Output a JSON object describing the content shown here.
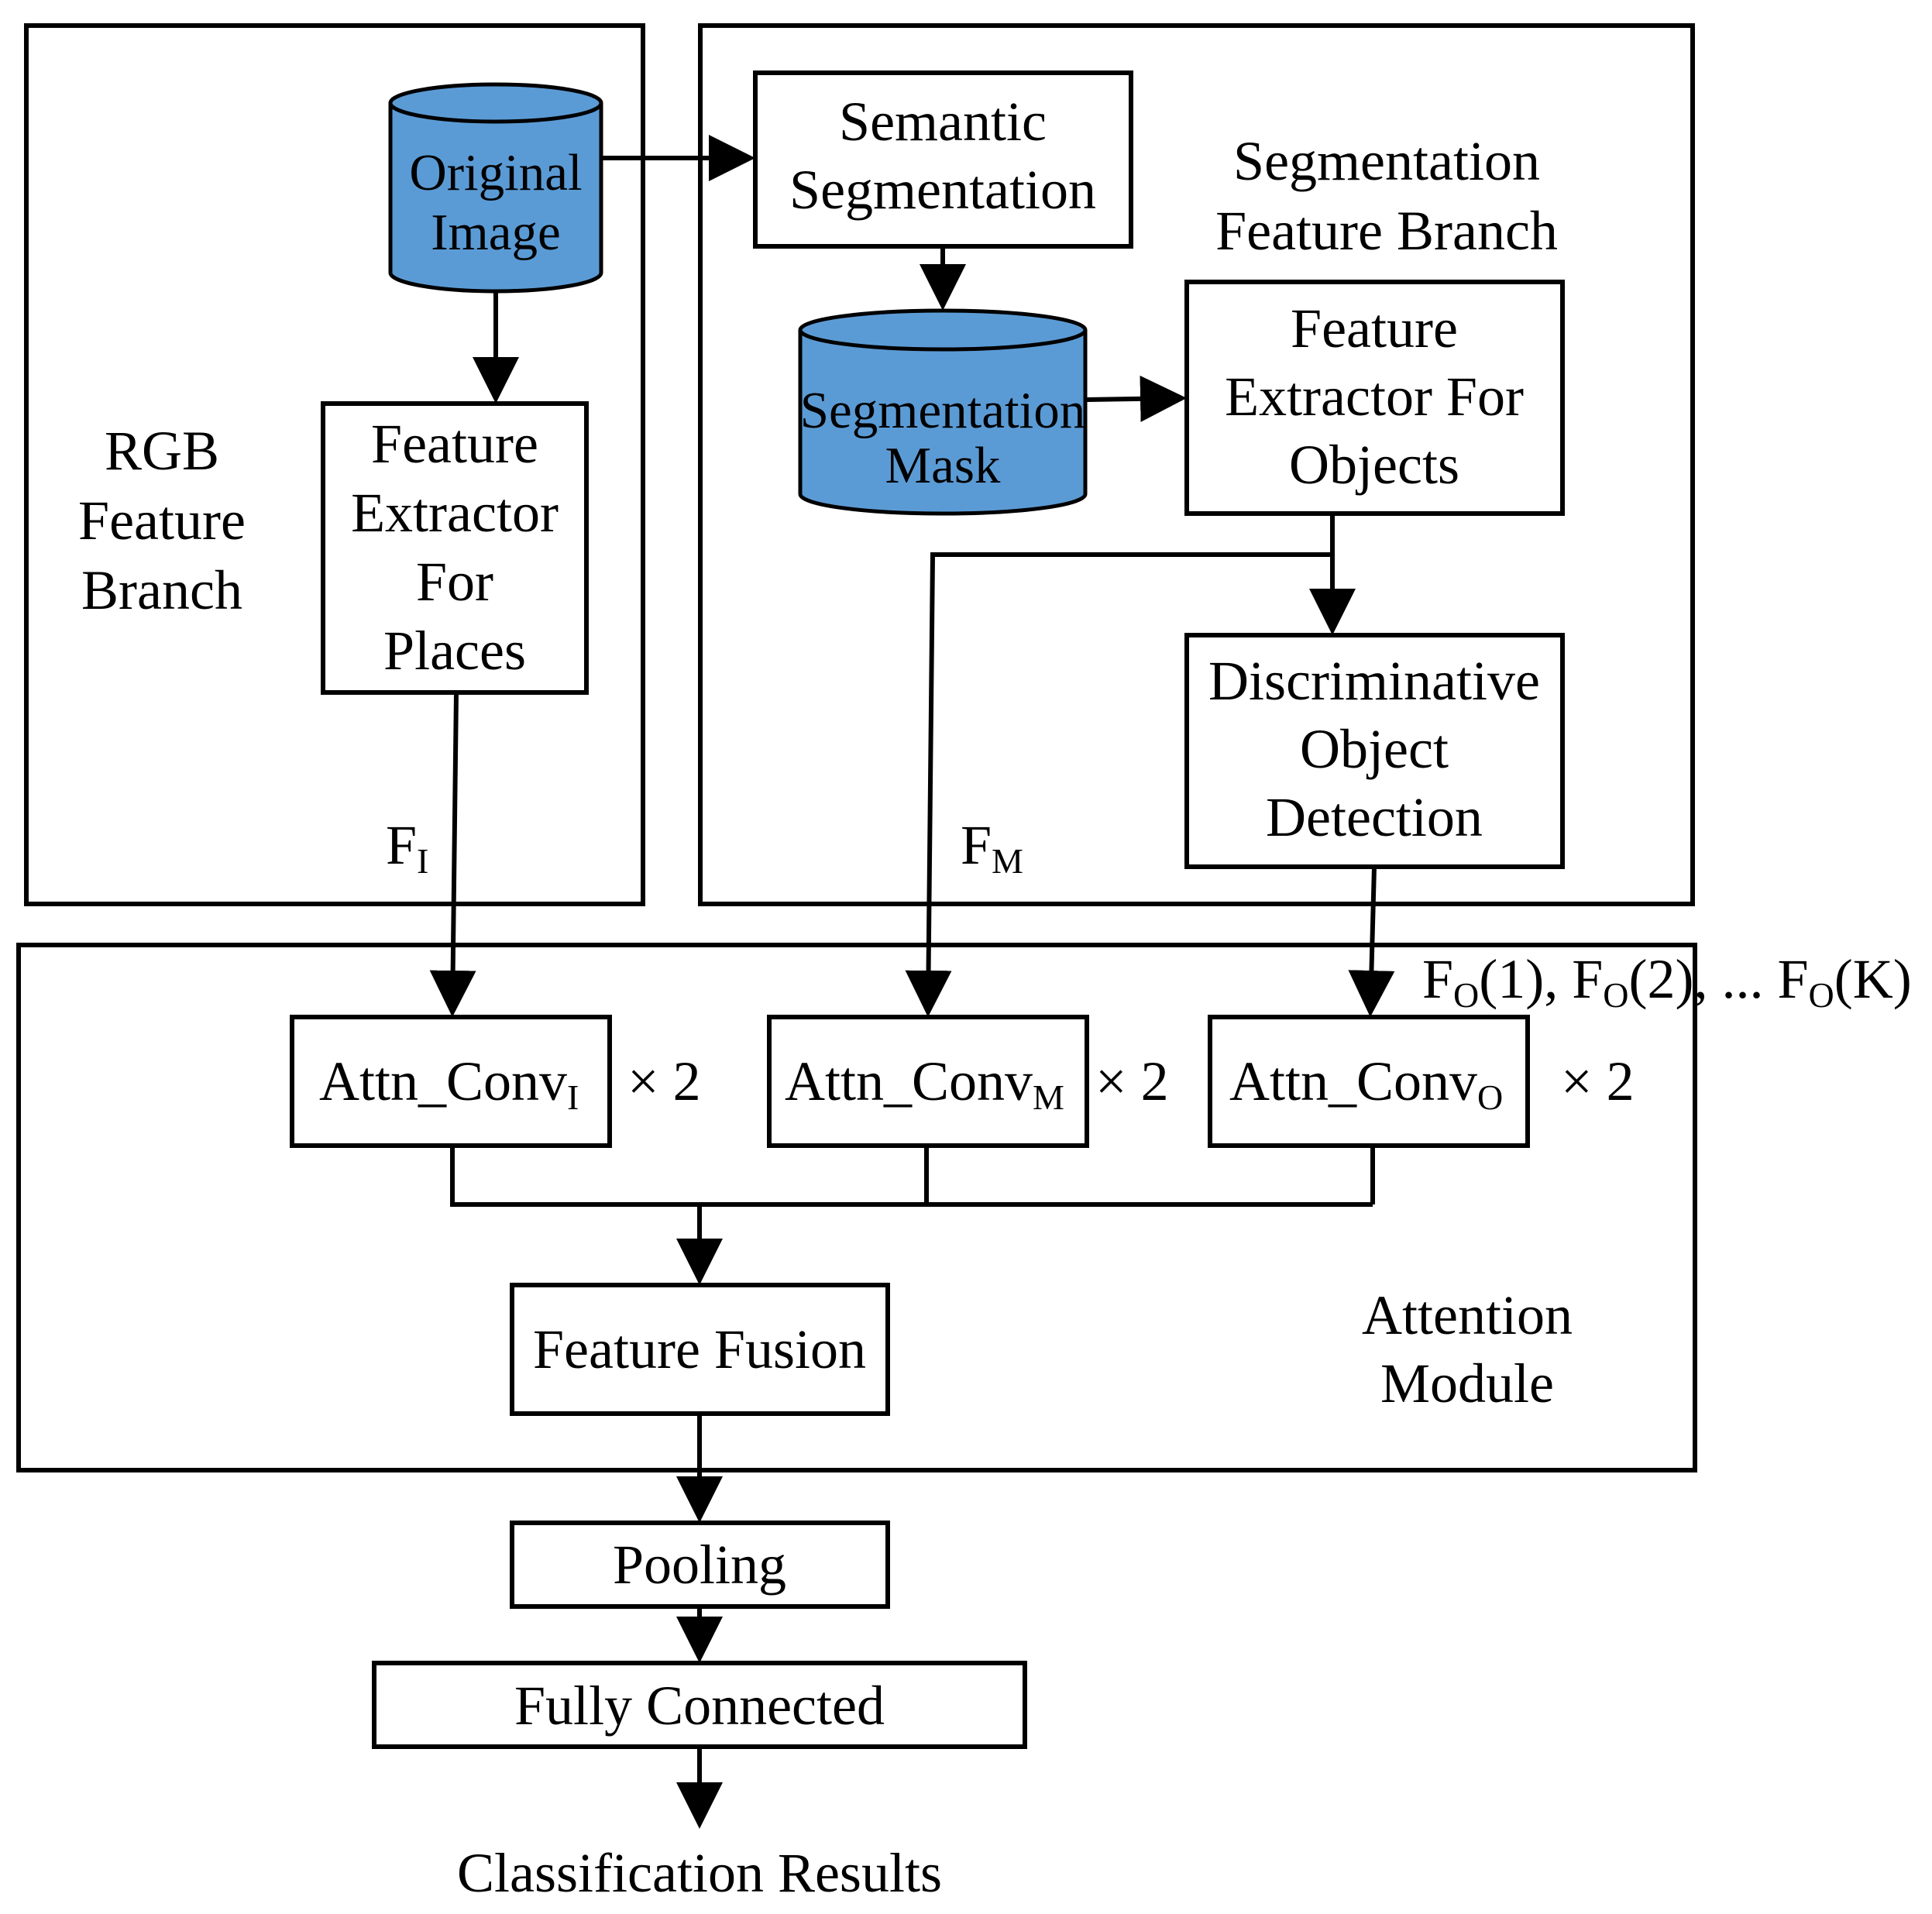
{
  "colors": {
    "line": "#000000",
    "cylinder_fill": "#5b9bd5",
    "background": "#ffffff"
  },
  "rgb_branch": {
    "label": [
      "RGB",
      "Feature",
      "Branch"
    ],
    "original_image": [
      "Original",
      "Image"
    ],
    "feature_extractor": [
      "Feature",
      "Extractor",
      "For",
      "Places"
    ],
    "output": {
      "main": "F",
      "sub": "I"
    }
  },
  "seg_branch": {
    "label": [
      "Segmentation",
      "Feature Branch"
    ],
    "semantic_segmentation": [
      "Semantic",
      "Segmentation"
    ],
    "segmentation_mask": [
      "Segmentation",
      "Mask"
    ],
    "feature_extractor": [
      "Feature",
      "Extractor For",
      "Objects"
    ],
    "discriminative": [
      "Discriminative",
      "Object",
      "Detection"
    ],
    "output_m": {
      "main": "F",
      "sub": "M"
    },
    "output_o": [
      {
        "main": "F",
        "sub": "O",
        "rest": "(1), "
      },
      {
        "main": "F",
        "sub": "O",
        "rest": "(2), ... "
      },
      {
        "main": "F",
        "sub": "O",
        "rest": "(K)"
      }
    ]
  },
  "attention": {
    "label": [
      "Attention",
      "Module"
    ],
    "conv_i": {
      "main": "Attn_Conv",
      "sub": "I",
      "mult": "× 2"
    },
    "conv_m": {
      "main": "Attn_Conv",
      "sub": "M",
      "mult": "× 2"
    },
    "conv_o": {
      "main": "Attn_Conv",
      "sub": "O",
      "mult": "× 2"
    },
    "fusion": "Feature Fusion"
  },
  "pooling": "Pooling",
  "fully_connected": "Fully Connected",
  "results": "Classification Results"
}
